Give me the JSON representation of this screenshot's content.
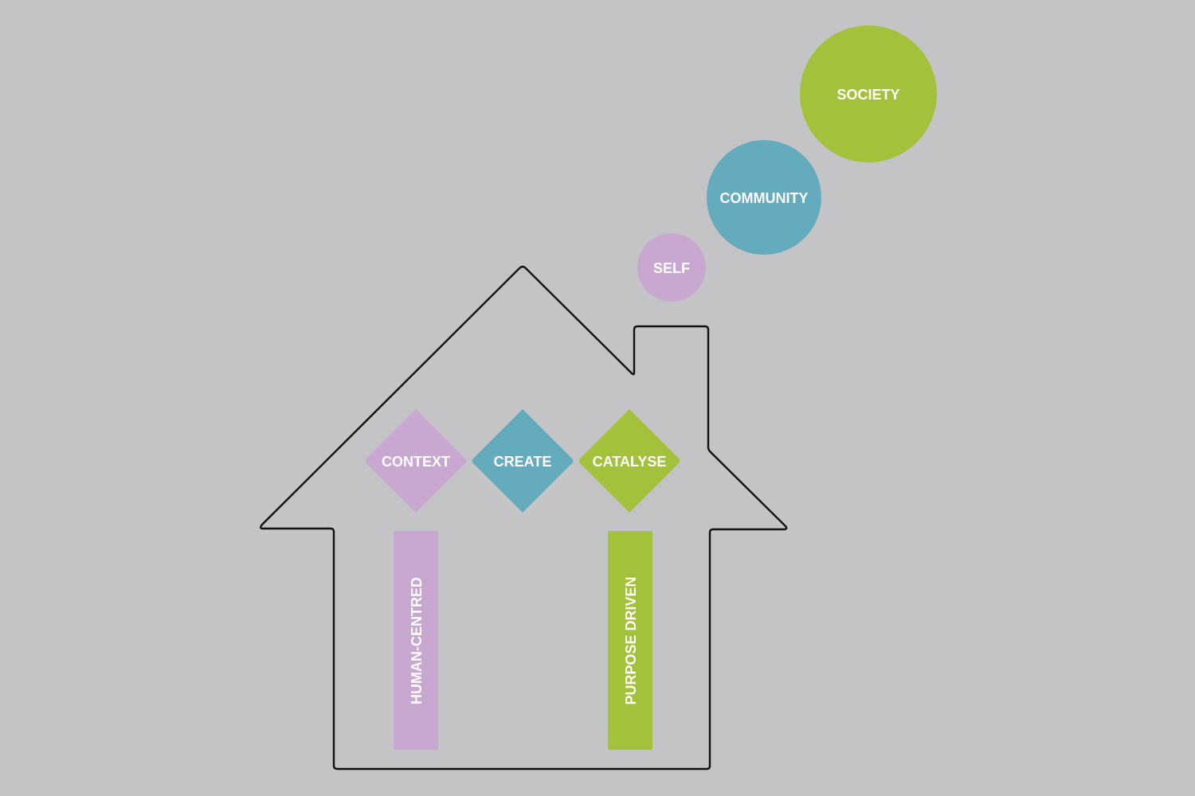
{
  "colors": {
    "background": "#c4c4c6",
    "outline": "#111111",
    "lavender": "#c8a8d1",
    "teal": "#64abbd",
    "green": "#a3c13a",
    "text": "#ffffff"
  },
  "bubbles": [
    {
      "label": "SELF",
      "color": "#c8a8d1"
    },
    {
      "label": "COMMUNITY",
      "color": "#64abbd"
    },
    {
      "label": "SOCIETY",
      "color": "#a3c13a"
    }
  ],
  "diamonds": [
    {
      "label": "CONTEXT",
      "color": "#c8a8d1"
    },
    {
      "label": "CREATE",
      "color": "#64abbd"
    },
    {
      "label": "CATALYSE",
      "color": "#a3c13a"
    }
  ],
  "pillars": [
    {
      "label": "HUMAN-CENTRED",
      "color": "#c8a8d1"
    },
    {
      "label": "PURPOSE DRIVEN",
      "color": "#a3c13a"
    }
  ]
}
